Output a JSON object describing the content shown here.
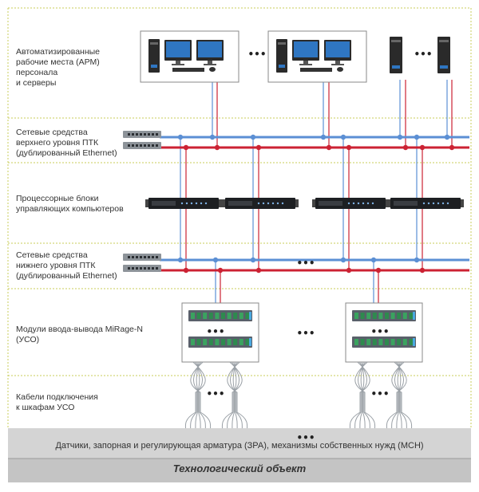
{
  "rows": [
    {
      "id": "workstations",
      "lines": [
        "Автоматизированные",
        "рабочие места (АРМ)",
        "персонала",
        "и серверы"
      ]
    },
    {
      "id": "upper-network",
      "lines": [
        "Сетевые средства",
        "верхнего уровня ПТК",
        "(дублированный Ethernet)"
      ]
    },
    {
      "id": "processors",
      "lines": [
        "Процессорные блоки",
        "управляющих компьютеров"
      ]
    },
    {
      "id": "lower-network",
      "lines": [
        "Сетевые средства",
        "нижнего уровня ПТК",
        "(дублированный Ethernet)"
      ]
    },
    {
      "id": "io-modules",
      "lines": [
        "Модули ввода-вывода MiRage-N",
        "(УСО)"
      ]
    },
    {
      "id": "cables",
      "lines": [
        "Кабели подключения",
        "к шкафам УСО"
      ]
    }
  ],
  "field_devices": "Датчики, запорная и регулирующая арматура (ЗРА), механизмы собственных нужд (МСН)",
  "object_title": "Технологический объект",
  "ellipsis": "•••",
  "colors": {
    "ethernet_a": "#5b8fd4",
    "ethernet_b": "#cc2233",
    "divider": "#c8cc5a",
    "ground": "#d4d4d4",
    "object_band": "#c4c4c4",
    "device_dark": "#2a2a2a",
    "screen": "#2f76c2"
  }
}
